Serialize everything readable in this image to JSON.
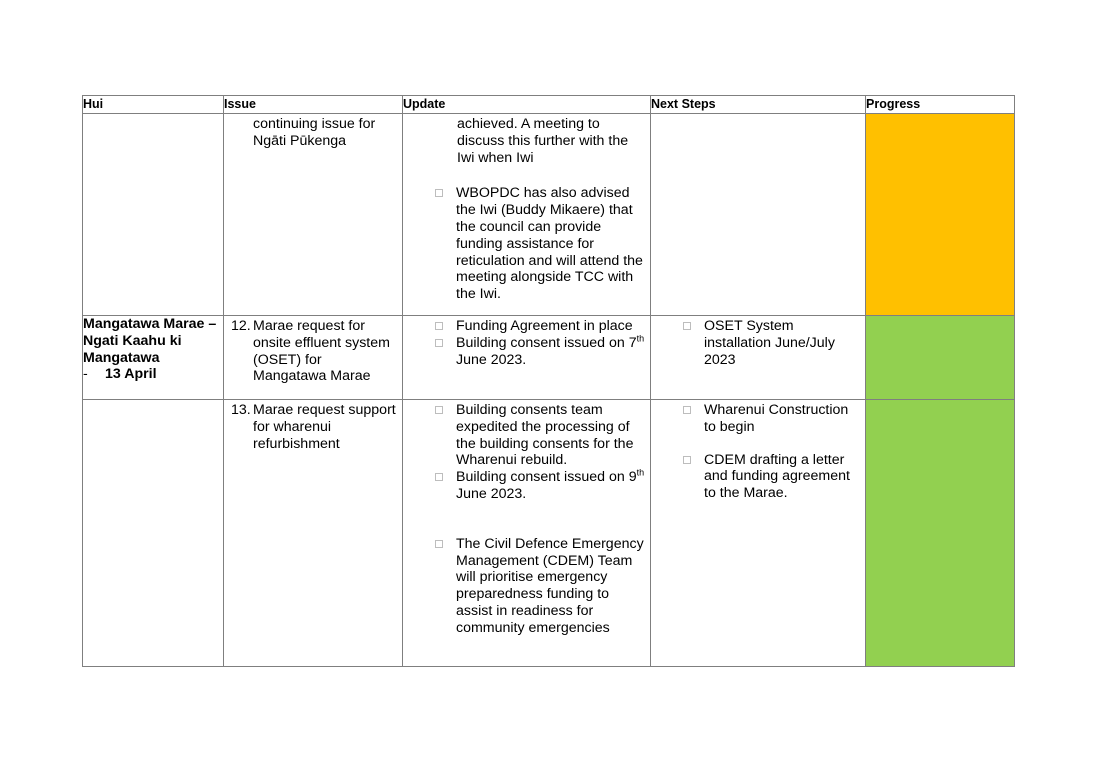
{
  "headers": {
    "hui": "Hui",
    "issue": "Issue",
    "update": "Update",
    "next_steps": "Next Steps",
    "progress": "Progress"
  },
  "rows": [
    {
      "issue_continued": "continuing issue for Ngāti Pūkenga",
      "update_continued": "achieved.  A meeting to discuss this further with the Iwi when Iwi",
      "update_bullets": [
        "WBOPDC has also advised the Iwi (Buddy Mikaere) that the council can provide funding assistance for reticulation and will attend the meeting alongside TCC with the Iwi."
      ],
      "progress_color": "#ffc000"
    },
    {
      "hui_name": "Mangatawa Marae – Ngati Kaahu ki Mangatawa",
      "hui_dash": "-",
      "hui_date": "13 April",
      "issue_number": "12.",
      "issue_text": "Marae request for onsite effluent system (OSET) for Mangatawa Marae",
      "update_bullets": [
        "Funding Agreement in place"
      ],
      "update_consent_pre": "Building consent issued on 7",
      "update_consent_sup": "th",
      "update_consent_post": " June 2023.",
      "next_steps": [
        "OSET System installation June/July 2023"
      ],
      "progress_color": "#92d050"
    },
    {
      "issue_number": "13.",
      "issue_text": "Marae request support for wharenui refurbishment",
      "update_bullet_1": "Building consents team expedited the processing of the building consents for the Wharenui rebuild.",
      "update_consent_pre": " Building consent issued on 9",
      "update_consent_sup": "th",
      "update_consent_post": " June 2023.",
      "update_bullet_3": "The Civil Defence Emergency Management (CDEM) Team will prioritise emergency preparedness funding to assist in readiness for community emergencies",
      "next_steps": [
        "Wharenui Construction to begin",
        "CDEM drafting a letter and funding agreement to the Marae."
      ],
      "progress_color": "#92d050"
    }
  ]
}
